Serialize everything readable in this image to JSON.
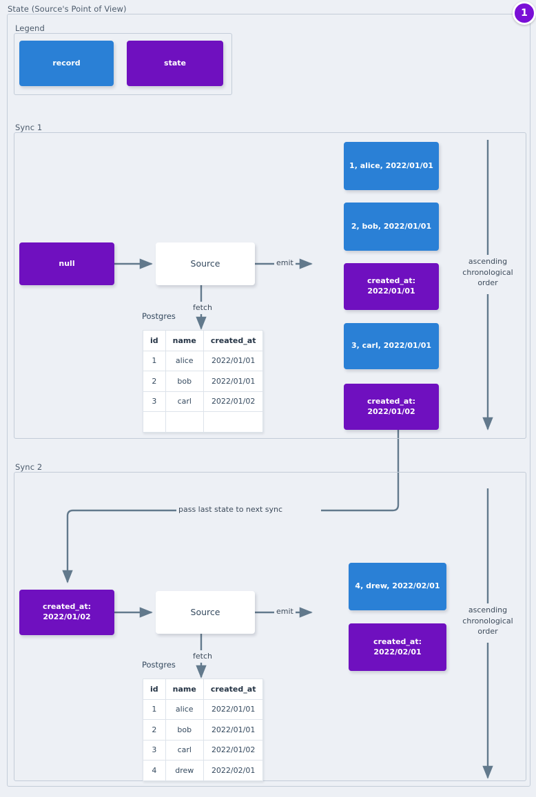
{
  "page": {
    "title": "State (Source's Point of View)",
    "badge": "1",
    "colors": {
      "record": "#2a80d6",
      "state": "#6f10bf",
      "background": "#edf0f5",
      "frame_border": "#c3ccd8",
      "wire": "#62798c",
      "badge": "#7a0fd6"
    }
  },
  "legend": {
    "label": "Legend",
    "items": [
      {
        "label": "record",
        "kind": "record"
      },
      {
        "label": "state",
        "kind": "state"
      }
    ]
  },
  "sync1": {
    "label": "Sync 1",
    "state_in": "null",
    "source": "Source",
    "db_label": "Postgres",
    "fetch_label": "fetch",
    "emit_label": "emit",
    "order_label": "ascending\nchronological\norder",
    "table": {
      "headers": [
        "id",
        "name",
        "created_at"
      ],
      "rows": [
        [
          "1",
          "alice",
          "2022/01/01"
        ],
        [
          "2",
          "bob",
          "2022/01/01"
        ],
        [
          "3",
          "carl",
          "2022/01/02"
        ],
        [
          "",
          "",
          ""
        ]
      ]
    },
    "messages": [
      {
        "kind": "record",
        "text": "1, alice, 2022/01/01"
      },
      {
        "kind": "record",
        "text": "2, bob, 2022/01/01"
      },
      {
        "kind": "state",
        "text": "created_at:\n2022/01/01"
      },
      {
        "kind": "record",
        "text": "3, carl, 2022/01/01"
      },
      {
        "kind": "state",
        "text": "created_at:\n2022/01/02"
      }
    ]
  },
  "transition": {
    "label": "pass last state to next sync"
  },
  "sync2": {
    "label": "Sync 2",
    "state_in": "created_at:\n2022/01/02",
    "source": "Source",
    "db_label": "Postgres",
    "fetch_label": "fetch",
    "emit_label": "emit",
    "order_label": "ascending\nchronological\norder",
    "table": {
      "headers": [
        "id",
        "name",
        "created_at"
      ],
      "rows": [
        [
          "1",
          "alice",
          "2022/01/01"
        ],
        [
          "2",
          "bob",
          "2022/01/01"
        ],
        [
          "3",
          "carl",
          "2022/01/02"
        ],
        [
          "4",
          "drew",
          "2022/02/01"
        ]
      ]
    },
    "messages": [
      {
        "kind": "record",
        "text": "4, drew, 2022/02/01"
      },
      {
        "kind": "state",
        "text": "created_at:\n2022/02/01"
      }
    ]
  }
}
